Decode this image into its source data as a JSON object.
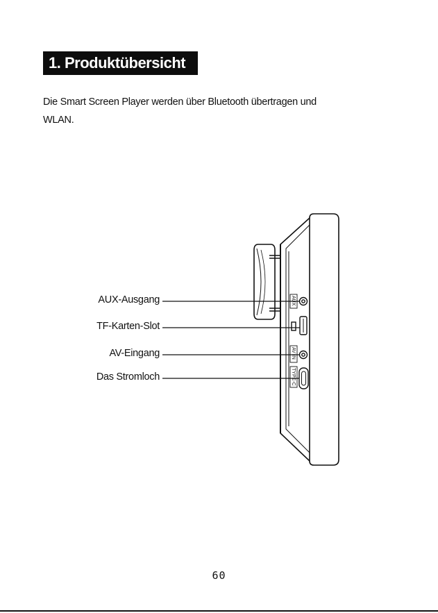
{
  "section": {
    "heading": "1. Produktübersicht",
    "intro": "Die Smart Screen Player werden über Bluetooth übertragen und WLAN."
  },
  "callouts": [
    {
      "id": "aux",
      "label": "AUX-Ausgang"
    },
    {
      "id": "tf",
      "label": "TF-Karten-Slot"
    },
    {
      "id": "av",
      "label": "AV-Eingang"
    },
    {
      "id": "power",
      "label": "Das Stromloch"
    }
  ],
  "device_markings": {
    "aux_tag": "AUX",
    "av_tag": "AV IN",
    "usb_tag": "TYPE-C"
  },
  "page": {
    "number": "60"
  }
}
